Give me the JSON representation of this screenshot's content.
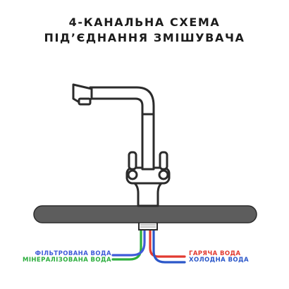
{
  "title": {
    "line1": "4-КАНАЛЬНА СХЕМА",
    "line2": "ПІД’ЄДНАННЯ ЗМІШУВАЧА"
  },
  "channels": [
    {
      "label": "ФІЛЬТРОВАНА ВОДА",
      "color": "#3f5bd9",
      "side": "left"
    },
    {
      "label": "МІНЕРАЛІЗОВАНА ВОДА",
      "color": "#2cae3e",
      "side": "left"
    },
    {
      "label": "ГАРЯЧА ВОДА",
      "color": "#e23a30",
      "side": "right"
    },
    {
      "label": "ХОЛОДНА ВОДА",
      "color": "#2b57c9",
      "side": "right"
    }
  ],
  "colors": {
    "countertop": "#5d5d5d",
    "outline": "#2b2b2b",
    "shank": "#8a8a8a"
  }
}
